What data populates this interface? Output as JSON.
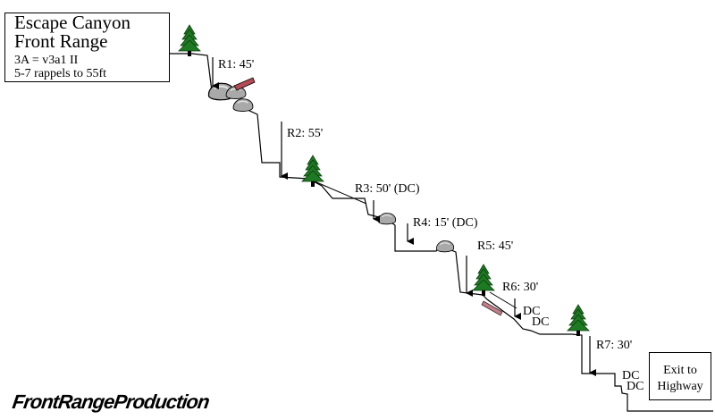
{
  "title": {
    "line1": "Escape Canyon",
    "line2": "Front Range",
    "rating": "3A = v3a1 II",
    "rappels": "5-7 rappels to 55ft"
  },
  "rappels": [
    {
      "id": "r1",
      "label": "R1: 45'"
    },
    {
      "id": "r2",
      "label": "R2: 55'"
    },
    {
      "id": "r3",
      "label": "R3: 50' (DC)"
    },
    {
      "id": "r4",
      "label": "R4: 15' (DC)"
    },
    {
      "id": "r5",
      "label": "R5: 45'"
    },
    {
      "id": "r6",
      "label": "R6: 30'"
    },
    {
      "id": "r7",
      "label": "R7: 30'"
    }
  ],
  "downclimbs": [
    "DC",
    "DC",
    "DC",
    "DC"
  ],
  "exit": {
    "line1": "Exit to",
    "line2": "Highway"
  },
  "producer": "FrontRangeProduction",
  "colors": {
    "tree": "#1e7a22",
    "trunk": "#000000",
    "boulder": "#a9a9a9",
    "log": "#b34a55",
    "line": "#000000"
  },
  "icons": [
    "pine-tree-icon",
    "boulder-icon",
    "log-icon",
    "arrow-down-icon"
  ]
}
